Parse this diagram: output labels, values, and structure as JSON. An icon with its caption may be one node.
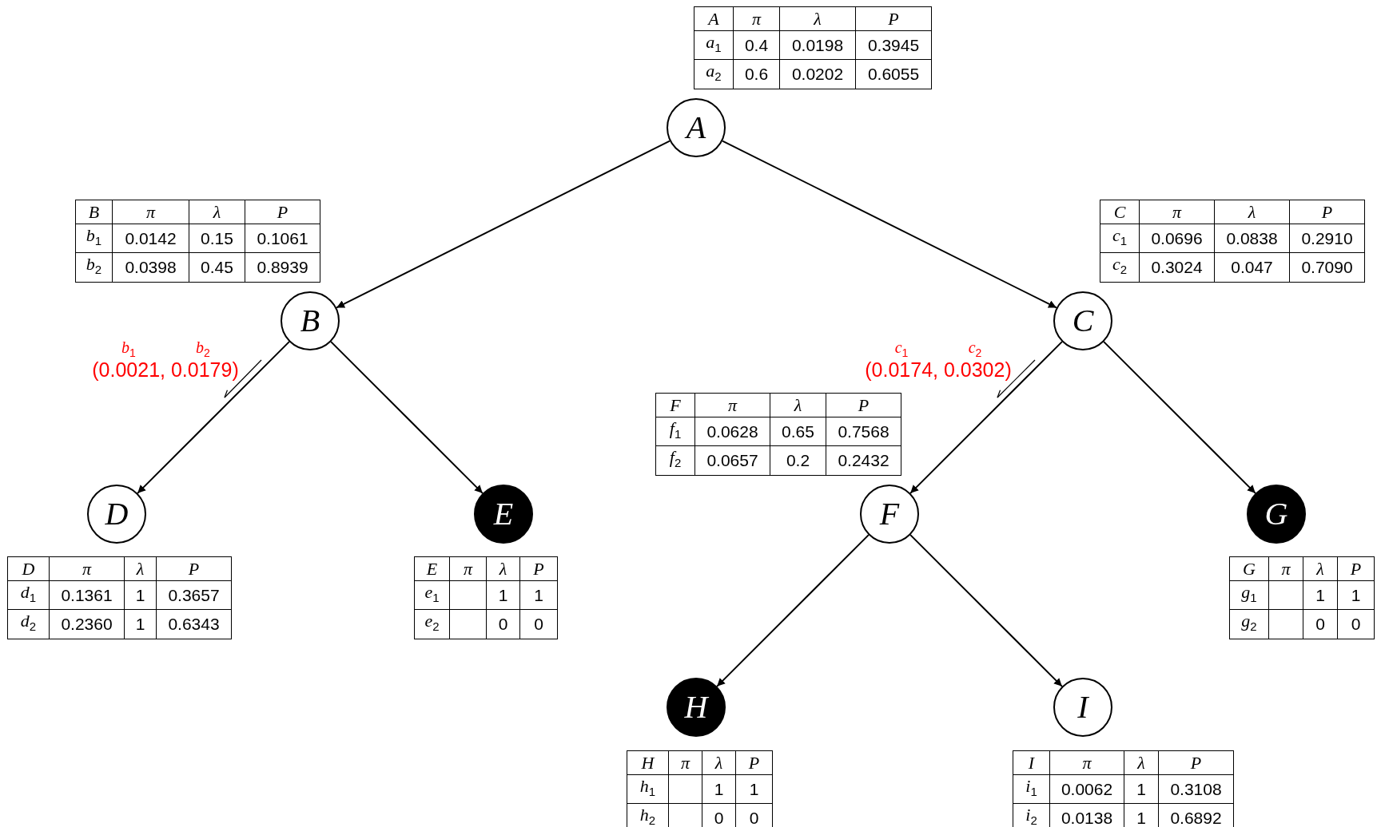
{
  "diagram": {
    "nodes": [
      {
        "text": [
          "A"
        ]
      },
      {
        "text": [
          "B"
        ]
      },
      {
        "text": [
          "C"
        ]
      },
      {
        "text": [
          "D"
        ]
      },
      {
        "text": [
          "E"
        ]
      },
      {
        "text": [
          "F"
        ]
      },
      {
        "text": [
          "G"
        ]
      },
      {
        "text": [
          "H"
        ]
      },
      {
        "text": [
          "I"
        ]
      }
    ],
    "edges": [
      {
        "from": 0,
        "to": 1,
        "arrow": "to"
      },
      {
        "from": 0,
        "to": 2,
        "arrow": "to"
      },
      {
        "from": 1,
        "to": 3,
        "arrow": "to"
      },
      {
        "from": 1,
        "to": 4,
        "arrow": "to"
      },
      {
        "from": 2,
        "to": 5,
        "arrow": "to"
      },
      {
        "from": 2,
        "to": 6,
        "arrow": "to"
      },
      {
        "from": 5,
        "to": 7,
        "arrow": "to"
      },
      {
        "from": 5,
        "to": 8,
        "arrow": "to"
      }
    ],
    "labels": [
      "A",
      "π",
      "λ",
      "P",
      "*a*$_{1}$",
      "0.4",
      "0.0198",
      "0.3945",
      "*a*$_{2}$",
      "0.6",
      "0.0202",
      "0.6055",
      "B",
      "π",
      "λ",
      "P",
      "*b*$_{1}$",
      "0.0142",
      "0.15",
      "0.1061",
      "*b*$_{2}$",
      "0.0398",
      "0.45",
      "0.8939",
      "C",
      "π",
      "λ",
      "P",
      "*c*$_{1}$",
      "0.0696",
      "0.0838",
      "0.2910",
      "*c*$_{2}$",
      "0.3024",
      "0.047",
      "0.7090",
      "*b*$_{1}$",
      "*b*$_{2}$",
      "(0.0021, 0.0179)",
      "*c*$_{1}$",
      "*c*$_{2}$",
      "(0.0174, 0.0302)",
      "F",
      "π",
      "λ",
      "P",
      "*f*$_{1}$",
      "0.0628",
      "0.65",
      "0.7568",
      "*f*$_{2}$",
      "0.0657",
      "0.2",
      "0.2432",
      "D",
      "π",
      "λ",
      "P",
      "*d*$_{1}$",
      "0.1361",
      "1",
      "0.3657",
      "*d*$_{2}$",
      "0.2360",
      "1",
      "0.6343",
      "E",
      "π",
      "λ",
      "P",
      "*e*$_{1}$",
      "1",
      "1",
      "*e*$_{2}$",
      "0",
      "0",
      "G",
      "π",
      "λ",
      "P",
      "*g*$_{1}$",
      "1",
      "1",
      "*g*$_{2}$",
      "0",
      "0",
      "H",
      "π",
      "λ",
      "P",
      "*h*$_{1}$",
      "1",
      "1",
      "*h*$_{2}$",
      "0",
      "0",
      "I",
      "π",
      "λ",
      "P",
      "*i*$_{1}$",
      "0.0062",
      "1",
      "0.3108",
      "*i*$_{2}$",
      "0.0138",
      "1",
      "0.6892"
    ]
  }
}
